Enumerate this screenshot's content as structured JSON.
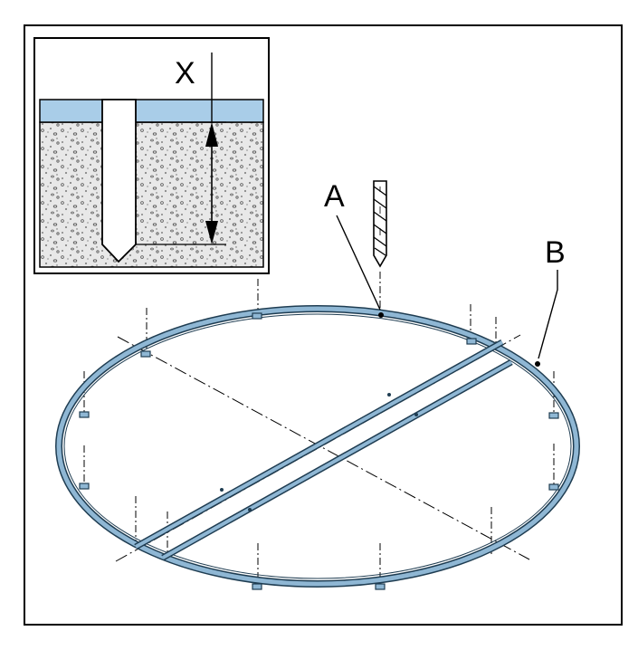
{
  "labels": {
    "depth": "X",
    "anchor_point": "A",
    "frame_ring": "B"
  },
  "colors": {
    "frame_blue": "#8fb7d4",
    "frame_stroke": "#1f3d52",
    "slab_blue": "#a9cde8",
    "concrete": "#e6e6e6",
    "line": "#000000"
  },
  "icons": {
    "drill": "drill-bit-icon",
    "inset": "drill-hole-detail"
  }
}
